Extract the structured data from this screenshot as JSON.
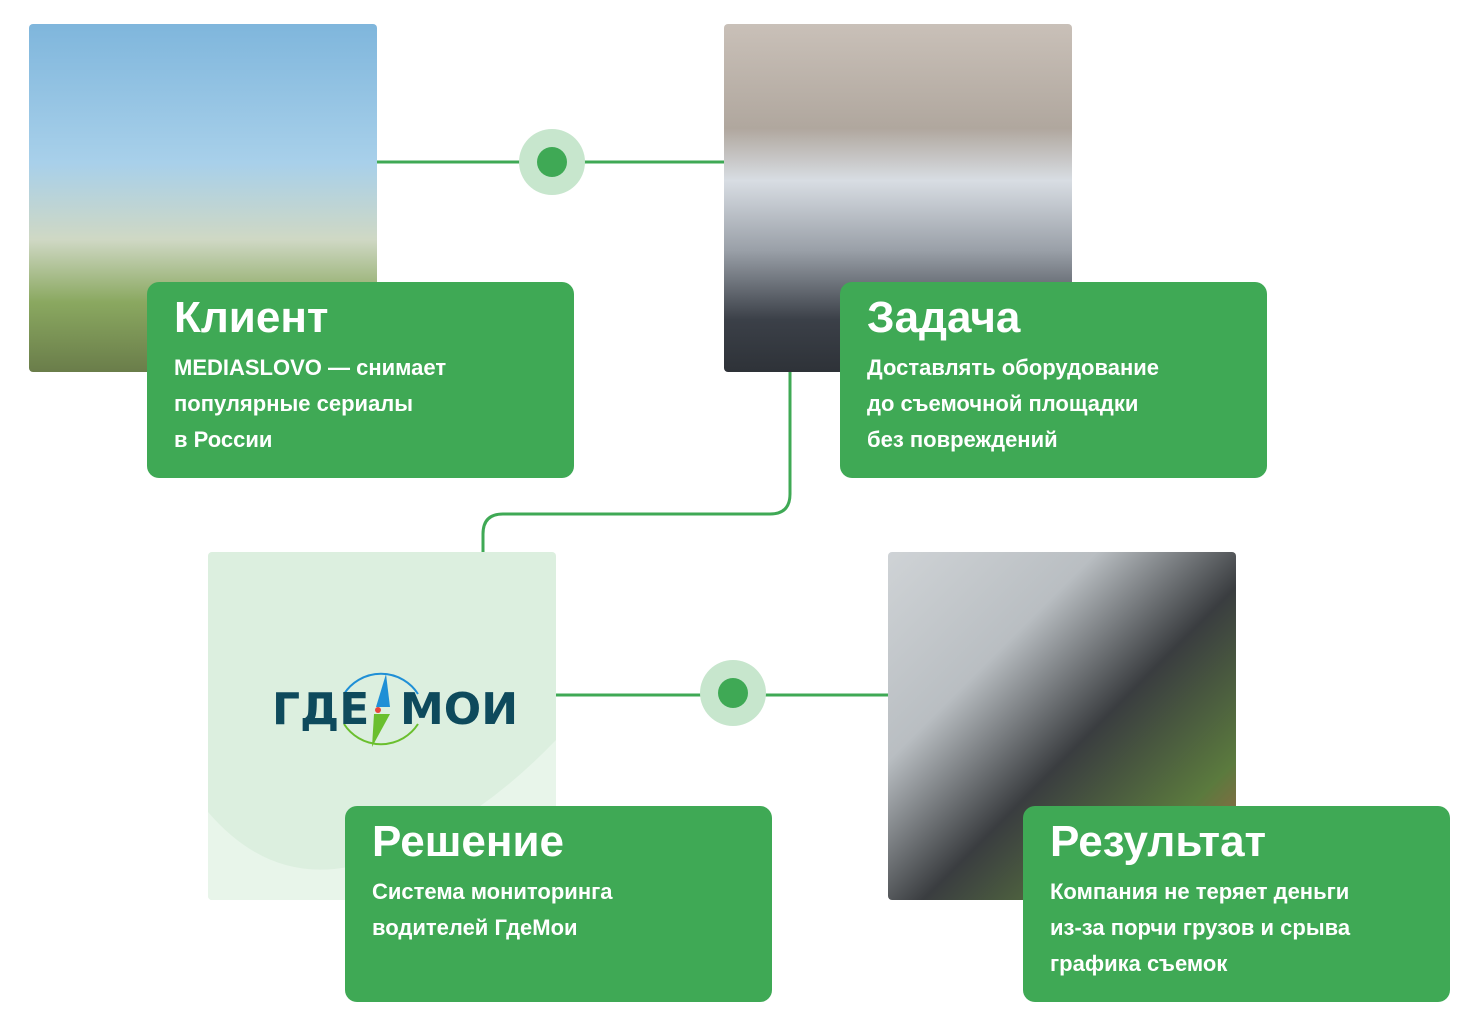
{
  "colors": {
    "accent": "#3fa955",
    "node_halo": "#c7e6cd",
    "logo_bg": "#dcefdf",
    "logo_dark": "#0e4a5c",
    "logo_blue": "#1f8fd6",
    "logo_green": "#6abf2e"
  },
  "steps": [
    {
      "title": "Клиент",
      "text": "MEDIASLOVO — снимает\nпопулярные сериалы\nв России",
      "image": "film-crew-photo"
    },
    {
      "title": "Задача",
      "text": "Доставлять оборудование\nдо съемочной площадки\nбез повреждений",
      "image": "truck-photo"
    },
    {
      "title": "Решение",
      "text": "Система мониторинга\nводителей ГдеМои",
      "image": "gdemoi-logo"
    },
    {
      "title": "Результат",
      "text": "Компания не теряет деньги\nиз-за порчи грузов и срыва\nграфика съемок",
      "image": "camera-operator-photo"
    }
  ],
  "logo": {
    "left": "ГДЕ",
    "right": "МОИ"
  }
}
